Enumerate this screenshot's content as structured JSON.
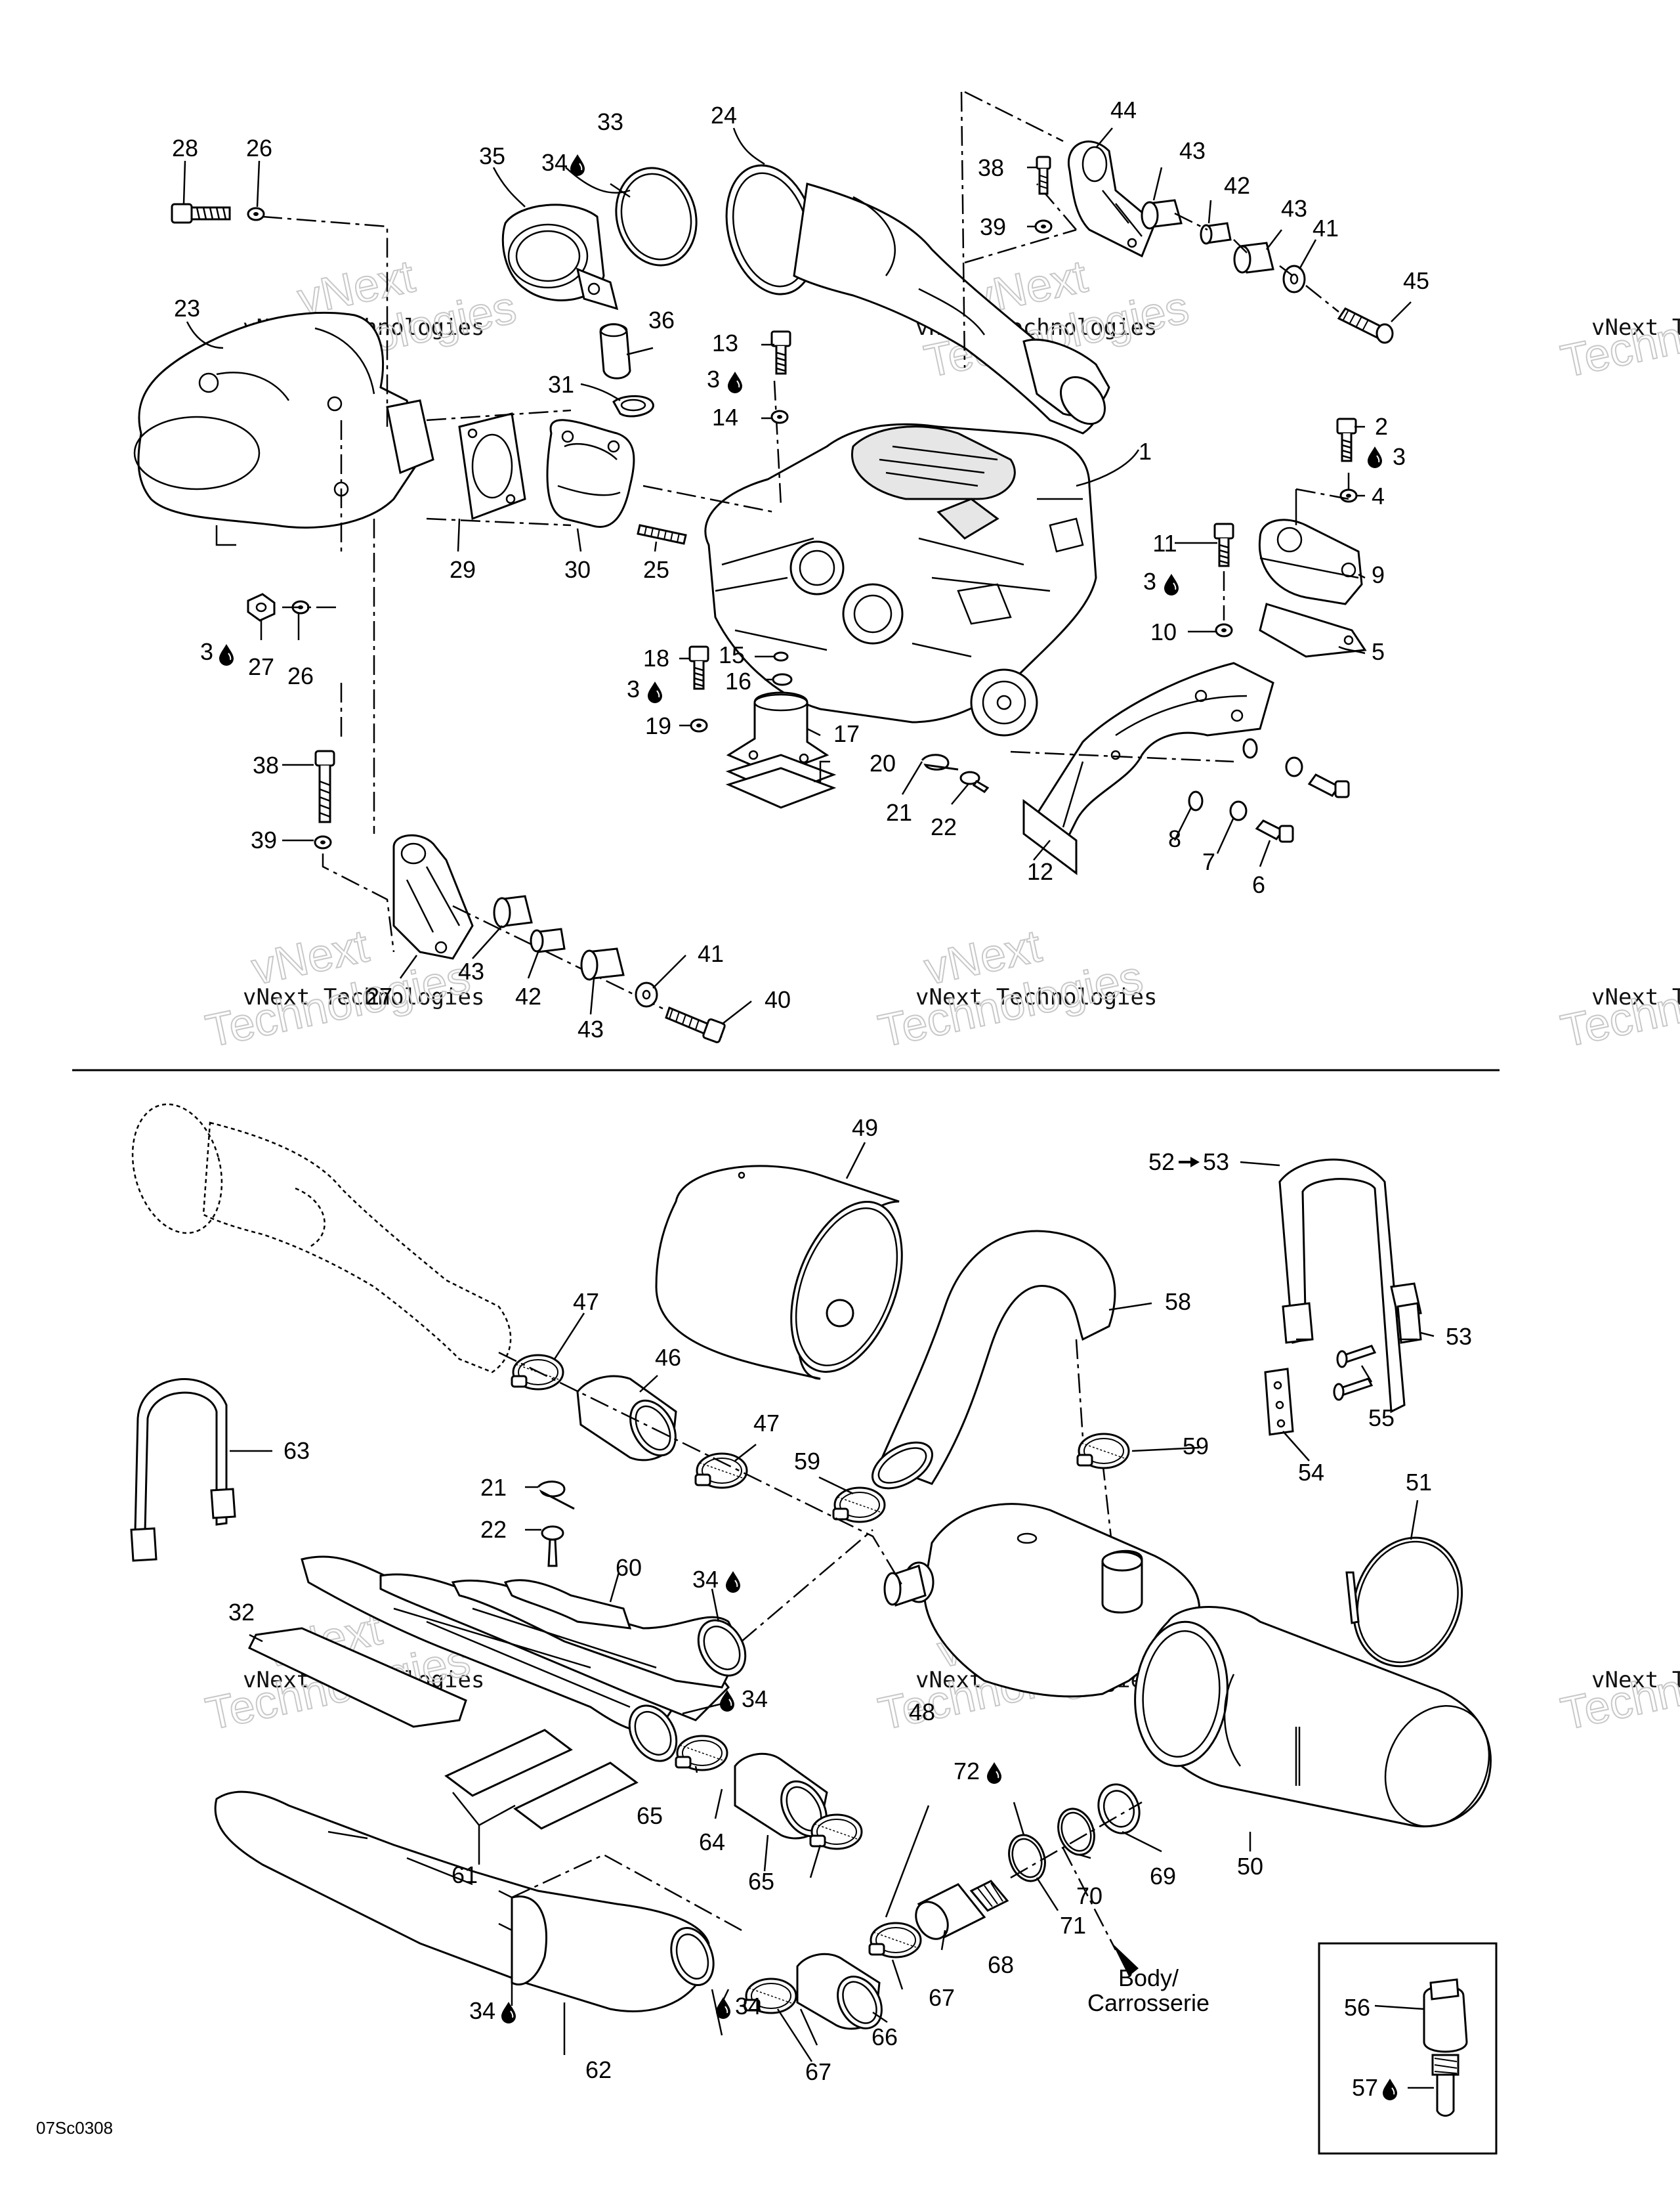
{
  "drawing_code": "07Sc0308",
  "watermark": {
    "line1": "vNext Technologies",
    "line2": "Technologies",
    "line2_top": "vNext"
  },
  "body_note": {
    "line1": "Body/",
    "line2": "Carrosserie"
  },
  "callouts": {
    "p1": "1",
    "p2": "2",
    "p3a": "3",
    "p3b": "3",
    "p3c": "3",
    "p3d": "3",
    "p3e": "3",
    "p4": "4",
    "p5": "5",
    "p6": "6",
    "p7": "7",
    "p8": "8",
    "p9": "9",
    "p10": "10",
    "p11": "11",
    "p12": "12",
    "p13": "13",
    "p14": "14",
    "p15": "15",
    "p16": "16",
    "p17": "17",
    "p18": "18",
    "p19": "19",
    "p20": "20",
    "p21a": "21",
    "p21b": "21",
    "p22a": "22",
    "p22b": "22",
    "p23": "23",
    "p24": "24",
    "p25": "25",
    "p26a": "26",
    "p26b": "26",
    "p27a": "27",
    "p27b": "27",
    "p28": "28",
    "p29": "29",
    "p30": "30",
    "p31": "31",
    "p32": "32",
    "p33": "33",
    "p34a": "34",
    "p34b": "34",
    "p34c": "34",
    "p34d": "34",
    "p34e": "34",
    "p35": "35",
    "p36": "36",
    "p38a": "38",
    "p38b": "38",
    "p39a": "39",
    "p39b": "39",
    "p40": "40",
    "p41a": "41",
    "p41b": "41",
    "p42a": "42",
    "p42b": "42",
    "p43a": "43",
    "p43b": "43",
    "p43c": "43",
    "p43d": "43",
    "p44": "44",
    "p45": "45",
    "p46": "46",
    "p47a": "47",
    "p47b": "47",
    "p48": "48",
    "p49": "49",
    "p50": "50",
    "p51": "51",
    "p52": "52",
    "p53a": "53",
    "p53b": "53",
    "p54": "54",
    "p55": "55",
    "p56": "56",
    "p57": "57",
    "p58": "58",
    "p59a": "59",
    "p59b": "59",
    "p60": "60",
    "p61": "61",
    "p62": "62",
    "p63": "63",
    "p64": "64",
    "p65a": "65",
    "p65b": "65",
    "p66": "66",
    "p67a": "67",
    "p67b": "67",
    "p68": "68",
    "p69": "69",
    "p70": "70",
    "p71": "71",
    "p72": "72"
  },
  "icons": {
    "sealant": "sealant-drop-icon",
    "arrow": "right-arrow-icon"
  }
}
